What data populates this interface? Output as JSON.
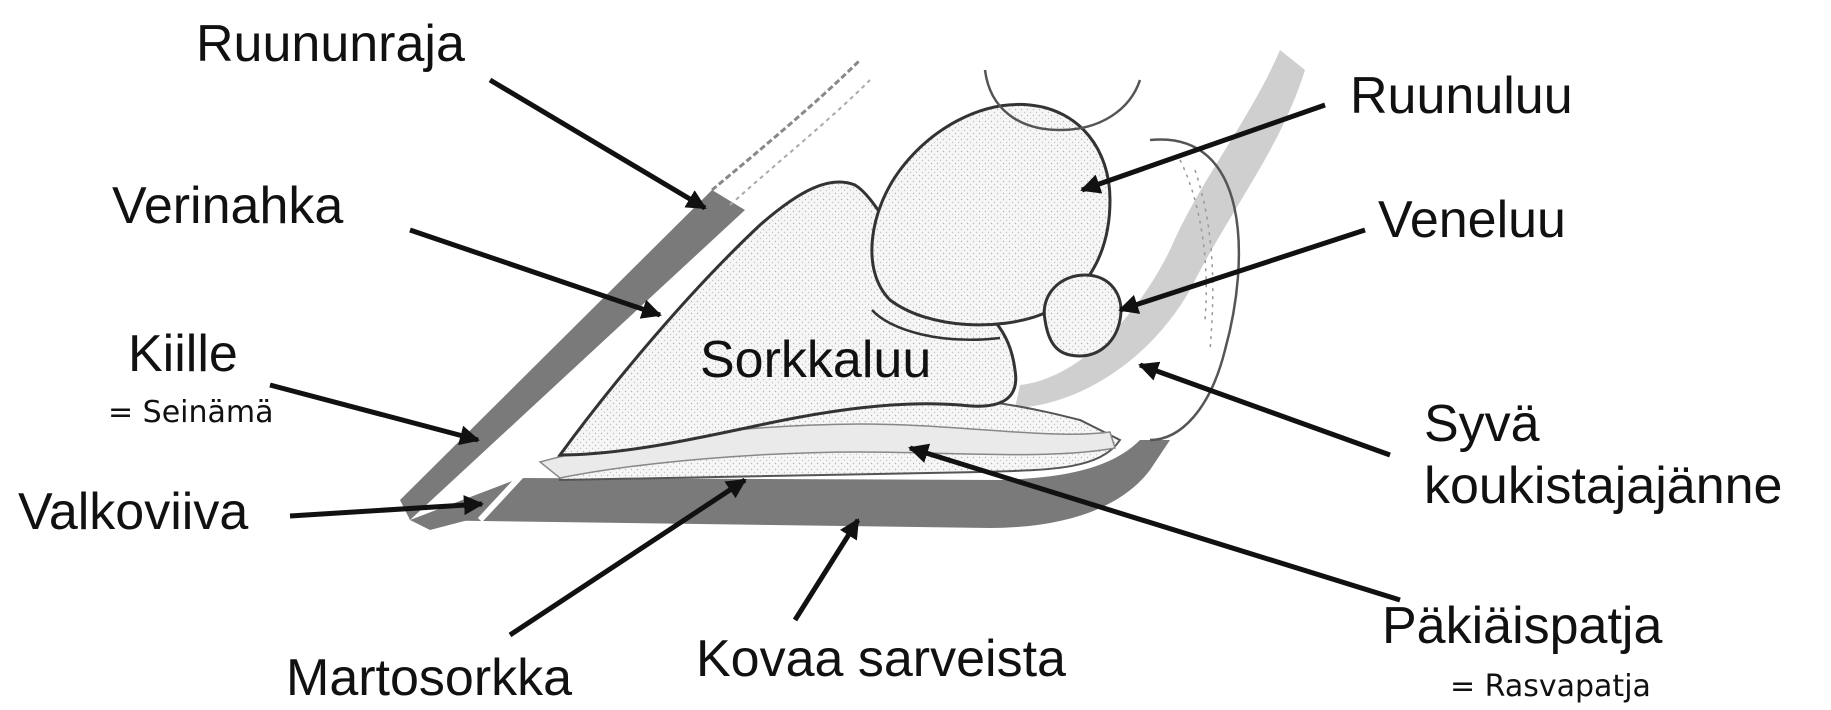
{
  "diagram": {
    "labels": {
      "ruununraja": "Ruununraja",
      "verinahka": "Verinahka",
      "kiille": "Kiille",
      "kiille_note": "= Seinämä",
      "valkoviiva": "Valkoviiva",
      "martosorkka": "Martosorkka",
      "kovaa_sarveista": "Kovaa sarveista",
      "sorkkaluu": "Sorkkaluu",
      "ruunuluu": "Ruunuluu",
      "veneluu": "Veneluu",
      "syva_line1": "Syvä",
      "syva_line2": "koukistajajänne",
      "pakiaispatja": "Päkiäispatja",
      "pakiaispatja_note": "= Rasvapatja"
    },
    "colors": {
      "hoof_wall": "#7a7a7a",
      "tendon": "#cfcfcf",
      "bone_fill": "#f3f3f3",
      "outline": "#333333",
      "arrow": "#111111"
    }
  }
}
